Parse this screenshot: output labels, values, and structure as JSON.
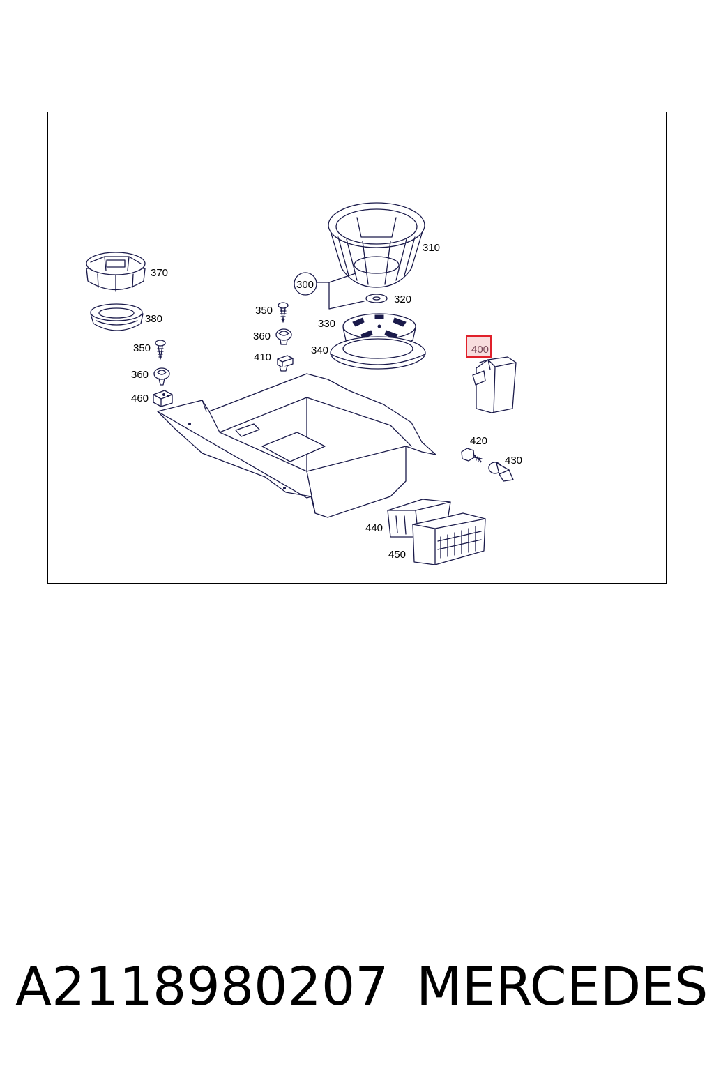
{
  "diagram": {
    "callouts": {
      "c300": "300",
      "c310": "310",
      "c320": "320",
      "c330": "330",
      "c340": "340",
      "c350a": "350",
      "c350b": "350",
      "c360a": "360",
      "c360b": "360",
      "c370": "370",
      "c380": "380",
      "c400": "400",
      "c410": "410",
      "c420": "420",
      "c430": "430",
      "c440": "440",
      "c450": "450",
      "c460": "460"
    },
    "highlight_color": "#e0202a",
    "line_color": "#1a1a4a"
  },
  "footer": {
    "part_number": "A2118980207",
    "brand": "MERCEDES"
  }
}
